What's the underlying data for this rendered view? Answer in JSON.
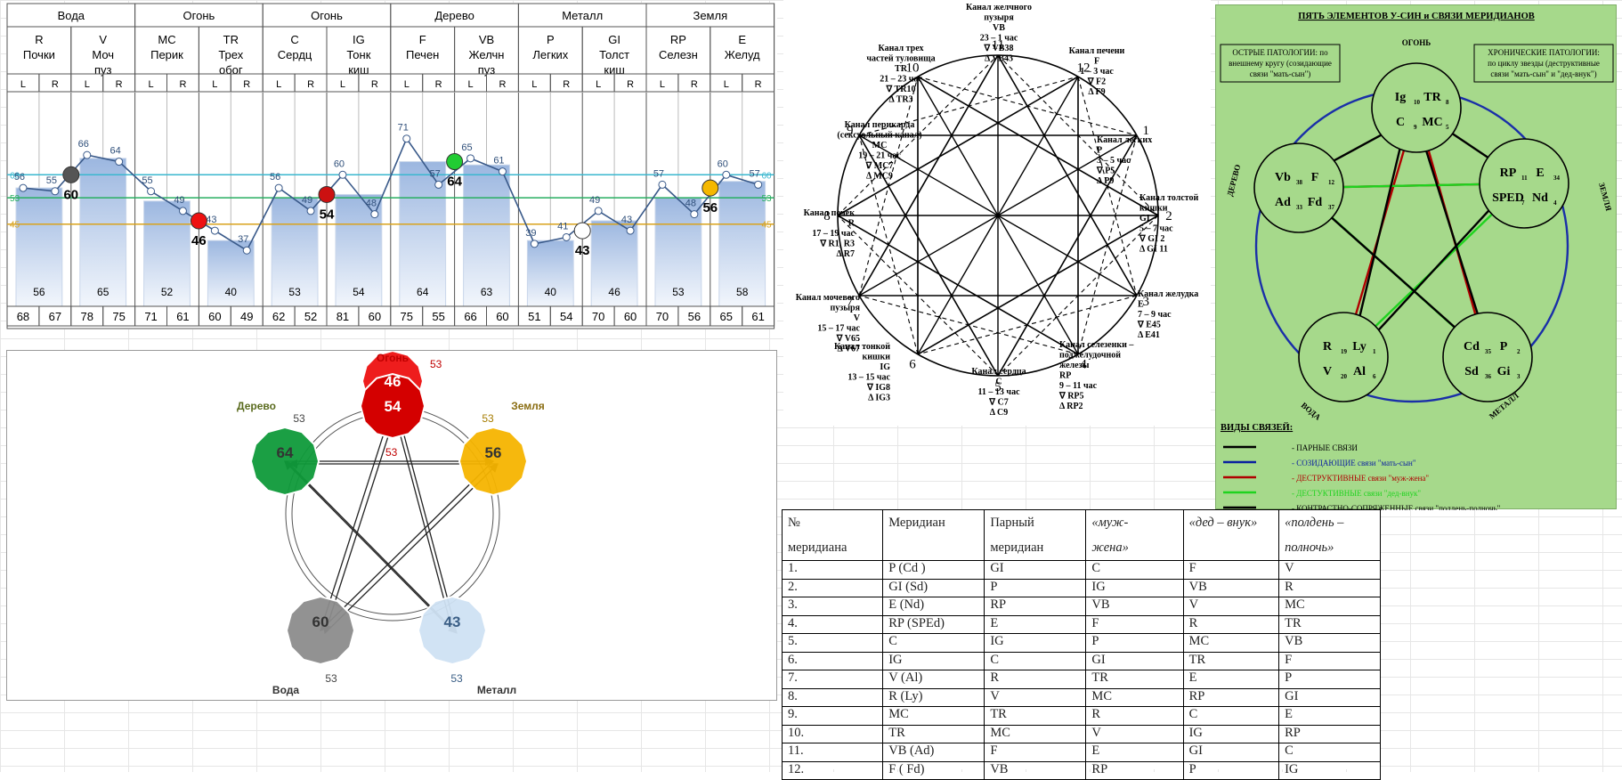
{
  "meridian_chart": {
    "elements": [
      {
        "label": "Вода"
      },
      {
        "label": "Огонь"
      },
      {
        "label": "Огонь"
      },
      {
        "label": "Дерево"
      },
      {
        "label": "Металл"
      },
      {
        "label": "Земля"
      }
    ],
    "meridians": [
      {
        "code": "R",
        "name": "Почки",
        "L": 68,
        "R": 67,
        "bar": 56
      },
      {
        "code": "V",
        "name": "Моч\nпуз",
        "L": 78,
        "R": 75,
        "bar": 65
      },
      {
        "code": "MC",
        "name": "Перик",
        "L": 71,
        "R": 61,
        "bar": 52
      },
      {
        "code": "TR",
        "name": "Трех\nобог",
        "L": 60,
        "R": 49,
        "bar": 40
      },
      {
        "code": "C",
        "name": "Сердц",
        "L": 62,
        "R": 52,
        "bar": 53
      },
      {
        "code": "IG",
        "name": "Тонк\nкиш",
        "L": 81,
        "R": 60,
        "bar": 54
      },
      {
        "code": "F",
        "name": "Печен",
        "L": 75,
        "R": 55,
        "bar": 64
      },
      {
        "code": "VB",
        "name": "Желчн\nпуз",
        "L": 66,
        "R": 60,
        "bar": 63
      },
      {
        "code": "P",
        "name": "Легких",
        "L": 51,
        "R": 54,
        "bar": 40
      },
      {
        "code": "GI",
        "name": "Толст\nкиш",
        "L": 70,
        "R": 60,
        "bar": 46
      },
      {
        "code": "RP",
        "name": "Селезн",
        "L": 70,
        "R": 56,
        "bar": 53
      },
      {
        "code": "E",
        "name": "Желуд",
        "L": 65,
        "R": 61,
        "bar": 58
      }
    ],
    "side_labels": {
      "left": "L",
      "right": "R"
    },
    "line_points": [
      56,
      55,
      66,
      64,
      55,
      49,
      43,
      37,
      56,
      49,
      60,
      48,
      71,
      57,
      65,
      61,
      39,
      41,
      49,
      43,
      57,
      48,
      60,
      57
    ],
    "element_dots": [
      {
        "value": 60,
        "color": "#555555"
      },
      {
        "value": 46,
        "color": "#ee1111"
      },
      {
        "value": 54,
        "color": "#cc1111"
      },
      {
        "value": 64,
        "color": "#22cc33"
      },
      {
        "value": 43,
        "color": "#ffffff"
      },
      {
        "value": 56,
        "color": "#f5b800"
      }
    ],
    "ref_lines": [
      {
        "value": "60",
        "label": "60",
        "color": "#3ab7cf"
      },
      {
        "value": "53",
        "label": "53",
        "color": "#27ae60"
      },
      {
        "value": "45",
        "label": "45",
        "color": "#d9a21b"
      }
    ]
  },
  "pentagon": {
    "elements": [
      {
        "name": "Огонь",
        "value": "46",
        "value2": "54",
        "side": "53",
        "inner": "53",
        "color": "#d40000",
        "name_color": "#c00000"
      },
      {
        "name": "Земля",
        "value": "56",
        "side": "53",
        "color": "#f5b400",
        "name_color": "#8a6d12"
      },
      {
        "name": "Металл",
        "value": "43",
        "side": "53",
        "color": "#cfe2f3",
        "name_color": "#333333"
      },
      {
        "name": "Вода",
        "value": "60",
        "side": "53",
        "color": "#8c8c8c",
        "name_color": "#333333"
      },
      {
        "name": "Дерево",
        "value": "64",
        "side": "53",
        "color": "#0f9a3a",
        "name_color": "#5a6b1e"
      }
    ]
  },
  "clock": {
    "positions": [
      {
        "num": "1",
        "text": [
          "Канал легких",
          "P",
          "3 – 5 час",
          "∇ P5",
          "Δ P9"
        ]
      },
      {
        "num": "2",
        "text": [
          "Канал толстой",
          "кишки",
          "GI",
          "5 – 7 час",
          "∇ GI 2",
          "Δ GI 11"
        ]
      },
      {
        "num": "3",
        "text": [
          "Канал желудка",
          "E",
          "7 – 9 час",
          "∇ E45",
          "Δ E41"
        ]
      },
      {
        "num": "4",
        "text": [
          "Канал селезенки –",
          "поджелудочной",
          "железы",
          "RP",
          "9 – 11 час",
          "∇ RP5",
          "Δ RP2"
        ]
      },
      {
        "num": "5",
        "text": [
          "Канал сердца",
          "C",
          "11 – 13 час",
          "∇ C7",
          "Δ C9"
        ]
      },
      {
        "num": "6",
        "text": [
          "Канал тонкой",
          "кишки",
          "IG",
          "13 – 15 час",
          "∇ IG8",
          "Δ IG3"
        ]
      },
      {
        "num": "7",
        "text": [
          "Канал мочевого",
          "пузыря",
          "V",
          "15 – 17 час",
          "∇ V65",
          "Δ V67"
        ]
      },
      {
        "num": "8",
        "text": [
          "Канал почек",
          "R",
          "17 – 19 час",
          "∇ R1, R3",
          "Δ R7"
        ]
      },
      {
        "num": "9",
        "text": [
          "Канал перикарда",
          "(сексуальный канал)",
          "MC",
          "19 – 21 час",
          "∇ MC7",
          "Δ MC9"
        ]
      },
      {
        "num": "10",
        "text": [
          "Канал трех",
          "частей туловища",
          "TR",
          "21 – 23 час",
          "∇ TR10",
          "Δ TR3"
        ]
      },
      {
        "num": "11",
        "text": [
          "Канал желчного",
          "пузыря",
          "VB",
          "23 – 1 час",
          "∇ VB38",
          "Δ VB43"
        ]
      },
      {
        "num": "12",
        "text": [
          "Канал печени",
          "F",
          "1 – 3 час",
          "∇ F2",
          "Δ F9"
        ]
      }
    ]
  },
  "green": {
    "title": "ПЯТЬ ЭЛЕМЕНТОВ У-СИН и СВЯЗИ МЕРИДИАНОВ",
    "left_box": [
      "ОСТРЫЕ ПАТОЛОГИИ: по",
      "внешнему кругу (созидающие",
      "связи \"мать-сын\")"
    ],
    "right_box": [
      "ХРОНИЧЕСКИЕ ПАТОЛОГИИ:",
      "по циклу звезды (деструктивные",
      "связи \"мать-сын\" и \"дед-внук\")"
    ],
    "fire": "ОГОНЬ",
    "earth": "ЗЕМЛЯ",
    "metal": "МЕТАЛЛ",
    "water": "ВОДА",
    "wood": "ДЕРЕВО",
    "fire_items": [
      "Ig",
      "10",
      "TR",
      "8",
      "C",
      "9",
      "MC",
      "5"
    ],
    "earth_items": [
      "RP",
      "11",
      "E",
      "34",
      "SPED",
      "7",
      "Nd",
      "4"
    ],
    "metal_items": [
      "Cd",
      "35",
      "P",
      "2",
      "Sd",
      "36",
      "Gi",
      "3"
    ],
    "water_items": [
      "R",
      "19",
      "Ly",
      "1",
      "V",
      "20",
      "Al",
      "6"
    ],
    "wood_items": [
      "Vb",
      "38",
      "F",
      "12",
      "Ad",
      "33",
      "Fd",
      "37"
    ],
    "legend_title": "ВИДЫ СВЯЗЕЙ:",
    "legend": [
      {
        "text": "- ПАРНЫЕ СВЯЗИ",
        "color": "#000000"
      },
      {
        "text": "- СОЗИДАЮЩИЕ связи \"мать-сын\"",
        "color": "#0a1fa0"
      },
      {
        "text": "- ДЕСТРУКТИВНЫЕ связи \"муж-жена\"",
        "color": "#b00000"
      },
      {
        "text": "- ДЕСТУКТИВНЫЕ связи \"дед-внук\"",
        "color": "#1fd31f"
      },
      {
        "text": "- КОНТРАСТНО-СОПРЯЖЕННЫЕ связи \"полдень-полночь\"",
        "color": "#000000"
      }
    ]
  },
  "table": {
    "headers": [
      [
        "№",
        "меридиана"
      ],
      [
        "Меридиан",
        ""
      ],
      [
        "Парный",
        "меридиан"
      ],
      [
        "«муж-",
        "жена»"
      ],
      [
        "«дед – внук»",
        ""
      ],
      [
        "«полдень –",
        "полночь»"
      ]
    ],
    "rows": [
      [
        "1.",
        "P  (Cd )",
        "GI",
        "C",
        "F",
        "V"
      ],
      [
        "2.",
        "GI (Sd)",
        "P",
        "IG",
        "VB",
        "R"
      ],
      [
        "3.",
        "E (Nd)",
        "RP",
        "VB",
        "V",
        "MC"
      ],
      [
        "4.",
        "RP (SPEd)",
        "E",
        "F",
        "R",
        "TR"
      ],
      [
        "5.",
        "C",
        "IG",
        "P",
        "MC",
        "VB"
      ],
      [
        "6.",
        "IG",
        "C",
        "GI",
        "TR",
        "F"
      ],
      [
        "7.",
        "V (Al)",
        "R",
        "TR",
        "E",
        "P"
      ],
      [
        "8.",
        "R (Ly)",
        "V",
        "MC",
        "RP",
        "GI"
      ],
      [
        "9.",
        "MC",
        "TR",
        "R",
        "C",
        "E"
      ],
      [
        "10.",
        "TR",
        "MC",
        "V",
        "IG",
        "RP"
      ],
      [
        "11.",
        "VB (Ad)",
        "F",
        "E",
        "GI",
        "C"
      ],
      [
        "12.",
        "F ( Fd)",
        "VB",
        "RP",
        "P",
        "IG"
      ]
    ]
  }
}
